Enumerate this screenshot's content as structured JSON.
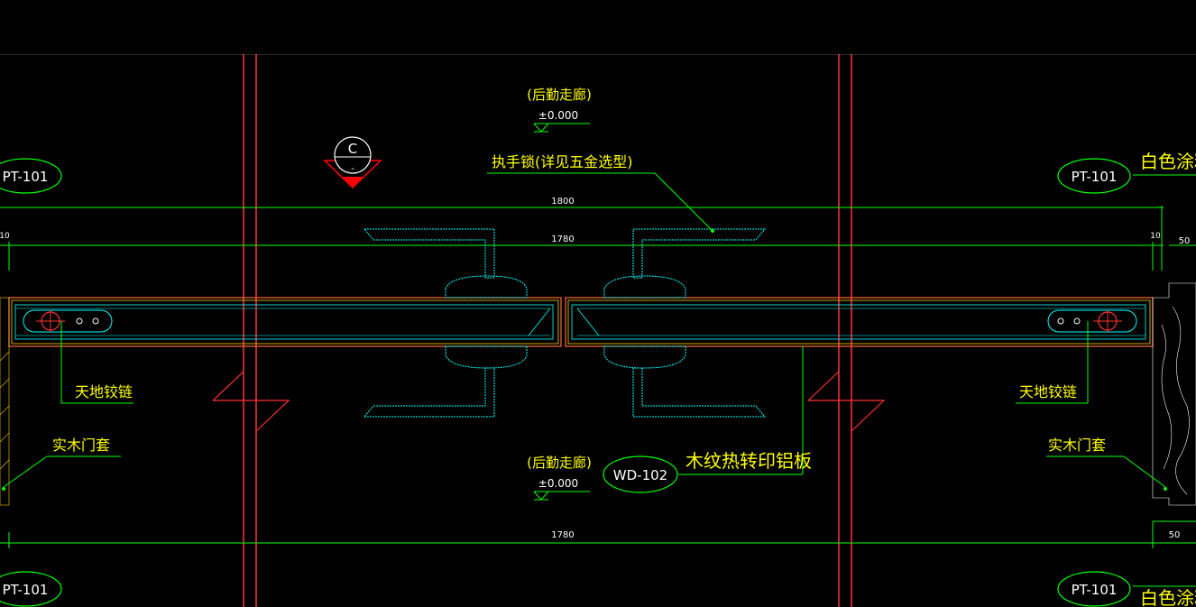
{
  "labels": {
    "corridor_top": "(后勤走廊)",
    "elev_top": "±0.000",
    "corridor_bottom": "(后勤走廊)",
    "elev_bottom": "±0.000",
    "section_symbol_letter": "C",
    "section_symbol_sub": "-",
    "handle_lock_note": "执手锁(详见五金选型)",
    "hinge_left": "天地铰链",
    "hinge_right": "天地铰链",
    "frame_left": "实木门套",
    "frame_right": "实木门套",
    "panel_note": "木纹热转印铝板",
    "tag_pt101_top_left": "PT-101",
    "tag_pt101_top_right": "PT-101",
    "tag_pt101_bottom_left": "PT-101",
    "tag_pt101_bottom_right": "PT-101",
    "tag_wd102": "WD-102",
    "paint_top_right": "白色涂料",
    "paint_bottom_right": "白色涂料"
  },
  "dimensions": {
    "overall": "1800",
    "clear": "1780",
    "bottom": "1780",
    "left_small": "10",
    "right_small": "10",
    "right_50_top": "50",
    "right_50_bottom": "50"
  },
  "colors": {
    "background": "#000000",
    "dimension_line": "#00ff00",
    "leader_line": "#00ff00",
    "annotation_text": "#ffff00",
    "tag_text": "#ffffff",
    "column_line": "#ff3333",
    "hardware_line": "#00ffff",
    "section_marker": "#ff0000"
  }
}
